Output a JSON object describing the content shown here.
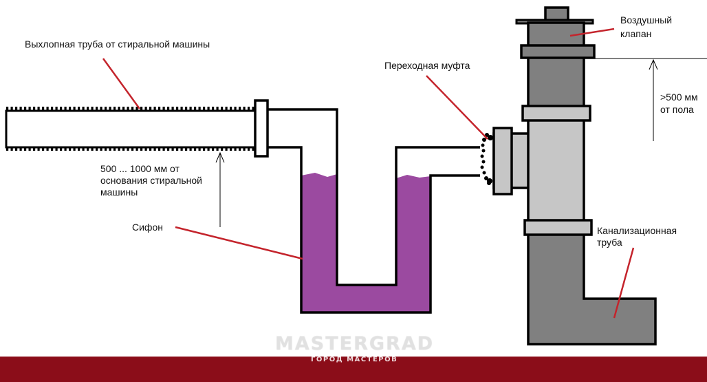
{
  "labels": {
    "exhaust_pipe": "Выхлопная труба от стиральной машины",
    "transition_coupling": "Переходная муфта",
    "air_valve_line1": "Воздушный",
    "air_valve_line2": "клапан",
    "height_floor_line1": ">500 мм",
    "height_floor_line2": "от пола",
    "height_base_line1": "500 ... 1000 мм от",
    "height_base_line2": "основания стиральной",
    "height_base_line3": "машины",
    "siphon": "Сифон",
    "sewer_pipe_line1": "Канализационная",
    "sewer_pipe_line2": "труба"
  },
  "watermark": {
    "brand": "MASTERGRAD",
    "subtitle": "ГОРОД МАСТЕРОВ"
  },
  "colors": {
    "footer_bar": "#8b0d19",
    "water": "#9b4aa0",
    "pipe_gray": "#808080",
    "light_gray": "#c6c6c6",
    "leader_line": "#c4242c",
    "outline": "#000000"
  }
}
